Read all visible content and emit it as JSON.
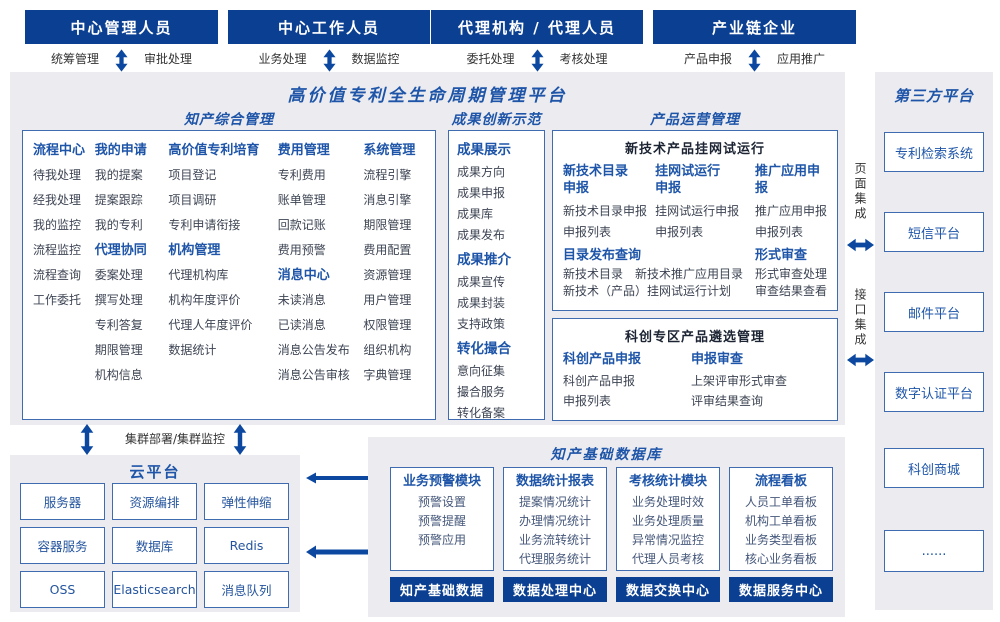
{
  "colors": {
    "primary_dark_blue": "#0b3f92",
    "title_blue": "#1e55a8",
    "box_border_blue": "#3f6cb0",
    "panel_background": "#ececf0",
    "item_text": "#3d4453"
  },
  "actors": [
    {
      "title": "中心管理人员",
      "left_label": "统筹管理",
      "right_label": "审批处理"
    },
    {
      "title": "中心工作人员",
      "left_label": "业务处理",
      "right_label": "数据监控"
    },
    {
      "title": "代理机构 / 代理人员",
      "left_label": "委托处理",
      "right_label": "考核处理"
    },
    {
      "title": "产业链企业",
      "left_label": "产品申报",
      "right_label": "应用推广"
    }
  ],
  "platform_title": "高价值专利全生命周期管理平台",
  "ip_management": {
    "title": "知产综合管理",
    "columns": [
      {
        "groups": [
          {
            "title": "流程中心",
            "items": [
              "待我处理",
              "经我处理",
              "我的监控",
              "流程监控",
              "流程查询",
              "工作委托"
            ]
          }
        ]
      },
      {
        "groups": [
          {
            "title": "我的申请",
            "items": [
              "我的提案",
              "提案跟踪",
              "我的专利"
            ]
          },
          {
            "title": "代理协同",
            "items": [
              "委案处理",
              "撰写处理",
              "专利答复",
              "期限管理",
              "机构信息"
            ]
          }
        ]
      },
      {
        "groups": [
          {
            "title": "高价值专利培育",
            "items": [
              "项目登记",
              "项目调研",
              "专利申请衔接"
            ]
          },
          {
            "title": "机构管理",
            "items": [
              "代理机构库",
              "机构年度评价",
              "代理人年度评价",
              "数据统计"
            ]
          }
        ]
      },
      {
        "groups": [
          {
            "title": "费用管理",
            "items": [
              "专利费用",
              "账单管理",
              "回款记账",
              "费用预警"
            ]
          },
          {
            "title": "消息中心",
            "items": [
              "未读消息",
              "已读消息",
              "消息公告发布",
              "消息公告审核"
            ]
          }
        ]
      },
      {
        "groups": [
          {
            "title": "系统管理",
            "items": [
              "流程引擎",
              "消息引擎",
              "期限管理",
              "费用配置",
              "资源管理",
              "用户管理",
              "权限管理",
              "组织机构",
              "字典管理"
            ]
          }
        ]
      }
    ]
  },
  "achievements": {
    "title": "成果创新示范",
    "groups": [
      {
        "title": "成果展示",
        "items": [
          "成果方向",
          "成果申报",
          "成果库",
          "成果发布"
        ]
      },
      {
        "title": "成果推介",
        "items": [
          "成果宣传",
          "成果封装",
          "支持政策"
        ]
      },
      {
        "title": "转化撮合",
        "items": [
          "意向征集",
          "撮合服务",
          "转化备案"
        ]
      }
    ]
  },
  "product_ops": {
    "title": "产品运营管理",
    "trial_box": {
      "title": "新技术产品挂网试运行",
      "columns": [
        {
          "title": "新技术目录申报",
          "items": [
            "新技术目录申报",
            "申报列表"
          ]
        },
        {
          "title": "挂网试运行申报",
          "items": [
            "挂网试运行申报",
            "申报列表"
          ]
        },
        {
          "title": "推广应用申报",
          "items": [
            "推广应用申报",
            "申报列表"
          ]
        }
      ],
      "catalog": {
        "title": "目录发布查询",
        "row1": [
          "新技术目录",
          "新技术推广应用目录"
        ],
        "row2": "新技术（产品）挂网试运行计划"
      },
      "review": {
        "title": "形式审查",
        "items": [
          "形式审查处理",
          "审查结果查看"
        ]
      }
    },
    "selection_box": {
      "title": "科创专区产品遴选管理",
      "columns": [
        {
          "title": "科创产品申报",
          "items": [
            "科创产品申报",
            "申报列表"
          ]
        },
        {
          "title": "申报审查",
          "items": [
            "上架评审形式审查",
            "评审结果查询"
          ]
        }
      ]
    }
  },
  "integration": {
    "page": "页面集成",
    "interface": "接口集成"
  },
  "third_party": {
    "title": "第三方平台",
    "items": [
      "专利检索系统",
      "短信平台",
      "邮件平台",
      "数字认证平台",
      "科创商城",
      "......"
    ]
  },
  "cluster_label": "集群部署/集群监控",
  "cloud": {
    "title": "云平台",
    "items": [
      "服务器",
      "资源编排",
      "弹性伸缩",
      "容器服务",
      "数据库",
      "Redis",
      "OSS",
      "Elasticsearch",
      "消息队列"
    ]
  },
  "data_platform": {
    "title": "知产基础数据库",
    "modules": [
      {
        "title": "业务预警模块",
        "items": [
          "预警设置",
          "预警提醒",
          "预警应用"
        ],
        "footer": "知产基础数据"
      },
      {
        "title": "数据统计报表",
        "items": [
          "提案情况统计",
          "办理情况统计",
          "业务流转统计",
          "代理服务统计"
        ],
        "footer": "数据处理中心"
      },
      {
        "title": "考核统计模块",
        "items": [
          "业务处理时效",
          "业务处理质量",
          "异常情况监控",
          "代理人员考核"
        ],
        "footer": "数据交换中心"
      },
      {
        "title": "流程看板",
        "items": [
          "人员工单看板",
          "机构工单看板",
          "业务类型看板",
          "核心业务看板"
        ],
        "footer": "数据服务中心"
      }
    ]
  }
}
